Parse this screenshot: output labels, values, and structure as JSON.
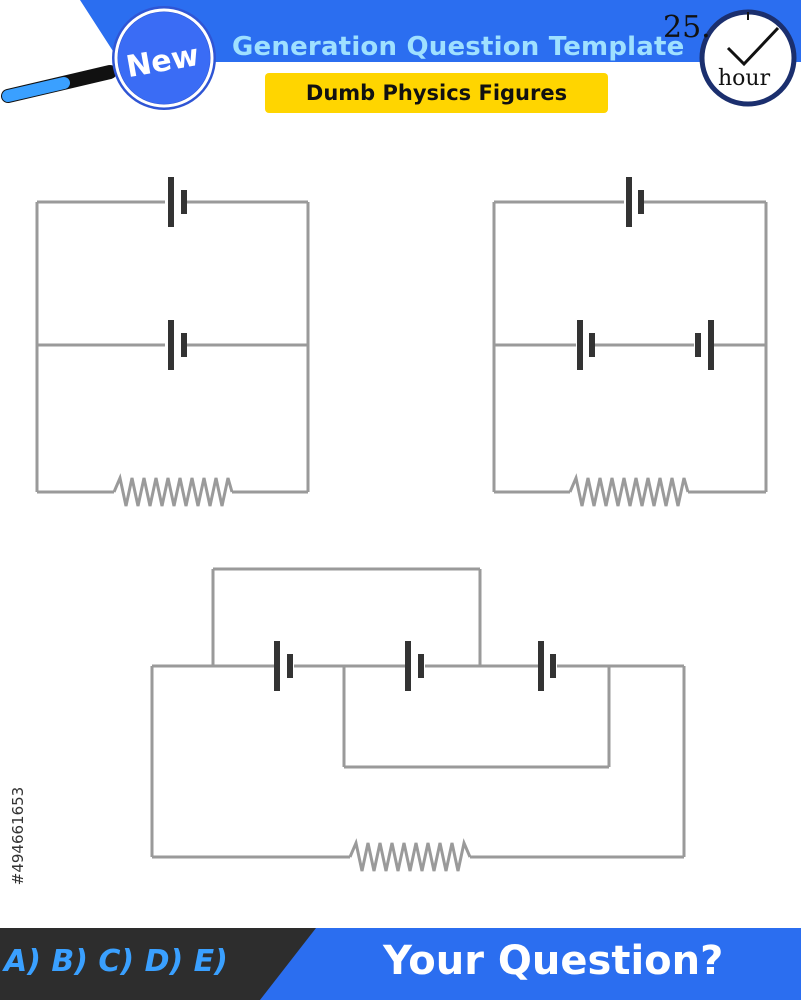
{
  "header": {
    "badge": "New",
    "title": "Generation Question Template",
    "subtitle": "Dumb Physics Figures",
    "timer_number": "25.",
    "timer_unit": "hour"
  },
  "footer": {
    "answer_options": "A) B) C) D) E)",
    "question_prompt": "Your Question?"
  },
  "side_id": "#494661653",
  "colors": {
    "brand_blue": "#2b6ef0",
    "badge_blue": "#3a6cf5",
    "subtitle_yellow": "#ffd500",
    "footer_dark": "#2d2d2d",
    "wire": "#9a9a9a"
  },
  "figures": [
    {
      "name": "circuit-1",
      "batteries": 2,
      "resistors": 1
    },
    {
      "name": "circuit-2",
      "batteries": 3,
      "resistors": 1
    },
    {
      "name": "circuit-3",
      "batteries": 3,
      "resistors": 1
    }
  ]
}
